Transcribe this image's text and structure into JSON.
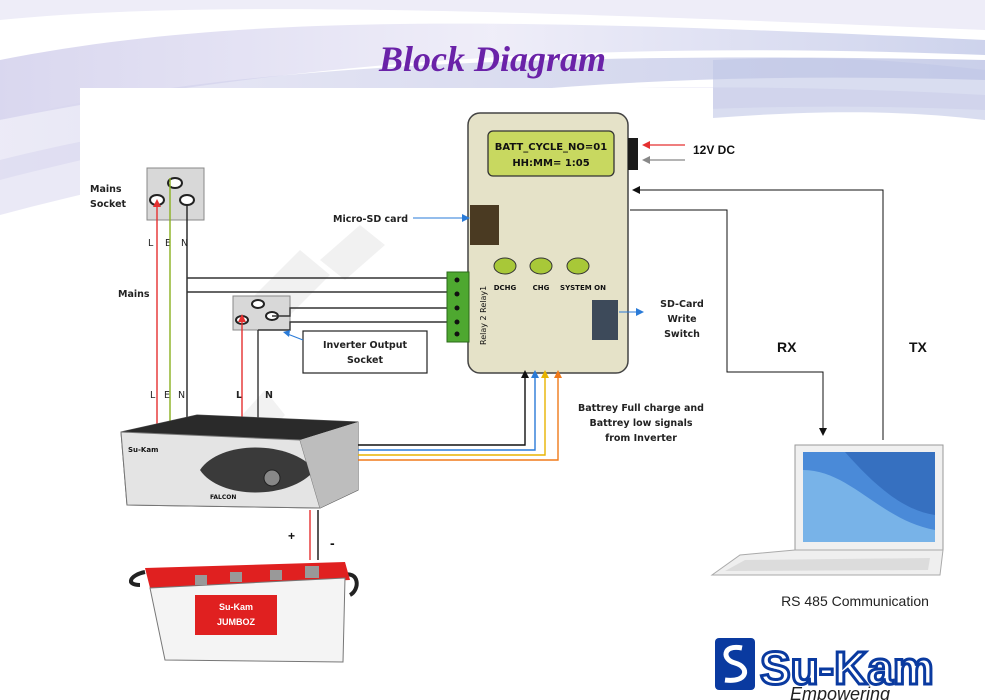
{
  "title": "Block Diagram",
  "labels": {
    "mains_socket": [
      "Mains",
      "Socket"
    ],
    "mains": "Mains",
    "len_top": [
      "L",
      "E",
      "N"
    ],
    "len_mid": [
      "L",
      "E",
      "N"
    ],
    "ln_inverter": [
      "L",
      "N"
    ],
    "micro_sd": "Micro-SD card",
    "inverter_output_socket": [
      "Inverter Output",
      "Socket"
    ],
    "sd_card_write_switch": [
      "SD-Card",
      "Write",
      "Switch"
    ],
    "relays": "Relay 2 Relay1",
    "battery_signals": [
      "Battrey Full charge and",
      "Battrey low signals",
      "from Inverter"
    ],
    "dc_input": "12V DC",
    "rx": "RX",
    "tx": "TX",
    "rs485": "RS 485 Communication",
    "plus": "+",
    "minus": "-"
  },
  "lcd": {
    "line1": "BATT_CYCLE_NO=01",
    "line2": "HH:MM= 1:05"
  },
  "buttons": [
    "DCHG",
    "CHG",
    "SYSTEM ON"
  ],
  "inverter": {
    "brand": "Su-Kam",
    "model": "FALCON"
  },
  "battery": {
    "brand": "Su-Kam",
    "model": "JUMBOZ"
  },
  "logo": {
    "name": "Su-Kam",
    "tagline": "Empowering"
  },
  "colors": {
    "title": "#6a22a8",
    "phase_wire": "#e53030",
    "earth_wire": "#8ab020",
    "neutral_wire": "#222222",
    "signal_blue": "#2a7bd8",
    "signal_yellow": "#e8b400",
    "signal_orange": "#f07a1a",
    "lcd_screen": "#c8d860",
    "buttons": "#a8c838",
    "controller_body": "#e5e2c8",
    "brand_blue": "#0a3aa0"
  }
}
